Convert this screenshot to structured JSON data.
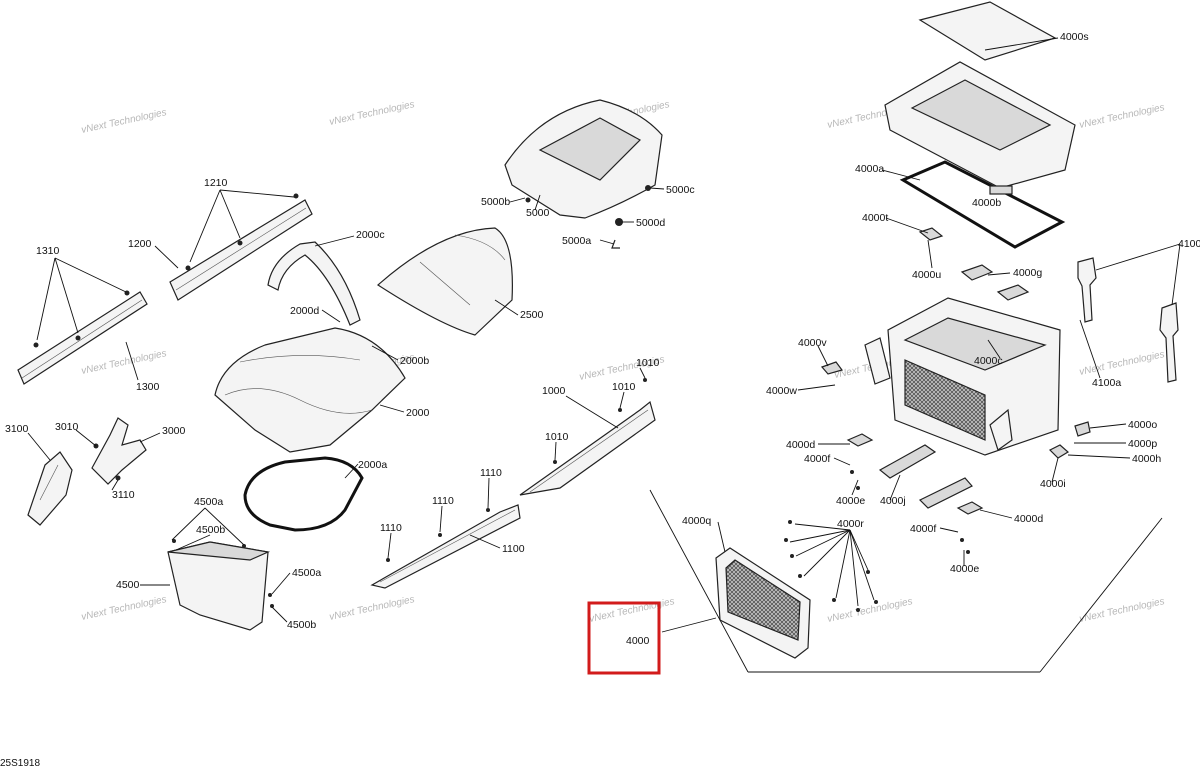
{
  "diagram_code": "25S1918",
  "watermark": "vNext Technologies",
  "highlight_color": "#d21b1b",
  "labels": {
    "l4000s": "4000s",
    "l4000a": "4000a",
    "l4000b": "4000b",
    "l4000t": "4000t",
    "l4000u": "4000u",
    "l4000g": "4000g",
    "l4100": "4100",
    "l4100a": "4100a",
    "l4000c": "4000c",
    "l4000v": "4000v",
    "l4000w": "4000w",
    "l4000o": "4000o",
    "l4000p": "4000p",
    "l4000h": "4000h",
    "l4000i": "4000i",
    "l4000d1": "4000d",
    "l4000d2": "4000d",
    "l4000f1": "4000f",
    "l4000f2": "4000f",
    "l4000e1": "4000e",
    "l4000e2": "4000e",
    "l4000j": "4000j",
    "l4000q": "4000q",
    "l4000r": "4000r",
    "l4000": "4000",
    "l1210": "1210",
    "l1200": "1200",
    "l1310": "1310",
    "l1300": "1300",
    "l3100": "3100",
    "l3010": "3010",
    "l3000": "3000",
    "l3110": "3110",
    "l4500a1": "4500a",
    "l4500b1": "4500b",
    "l4500": "4500",
    "l4500a2": "4500a",
    "l4500b2": "4500b",
    "l2000c": "2000c",
    "l2000d": "2000d",
    "l2000b": "2000b",
    "l2000": "2000",
    "l2000a": "2000a",
    "l2500": "2500",
    "l5000b": "5000b",
    "l5000": "5000",
    "l5000c": "5000c",
    "l5000d": "5000d",
    "l5000a": "5000a",
    "l1000": "1000",
    "l1010a": "1010",
    "l1010b": "1010",
    "l1010c": "1010",
    "l1110a": "1110",
    "l1110b": "1110",
    "l1110c": "1110",
    "l1100": "1100"
  }
}
